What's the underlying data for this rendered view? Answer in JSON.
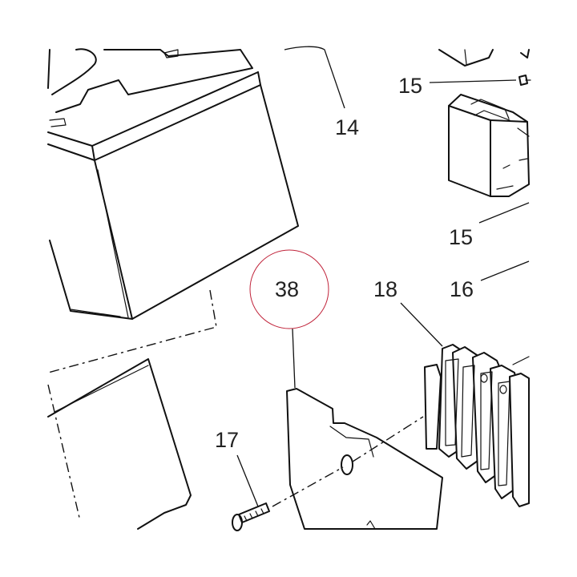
{
  "diagram": {
    "callouts": {
      "c14": "14",
      "c15a": "15",
      "c15b": "15",
      "c16": "16",
      "c17": "17",
      "c18": "18",
      "c38": "38"
    },
    "highlight_color": "#c0233a",
    "line_color": "#111111"
  }
}
